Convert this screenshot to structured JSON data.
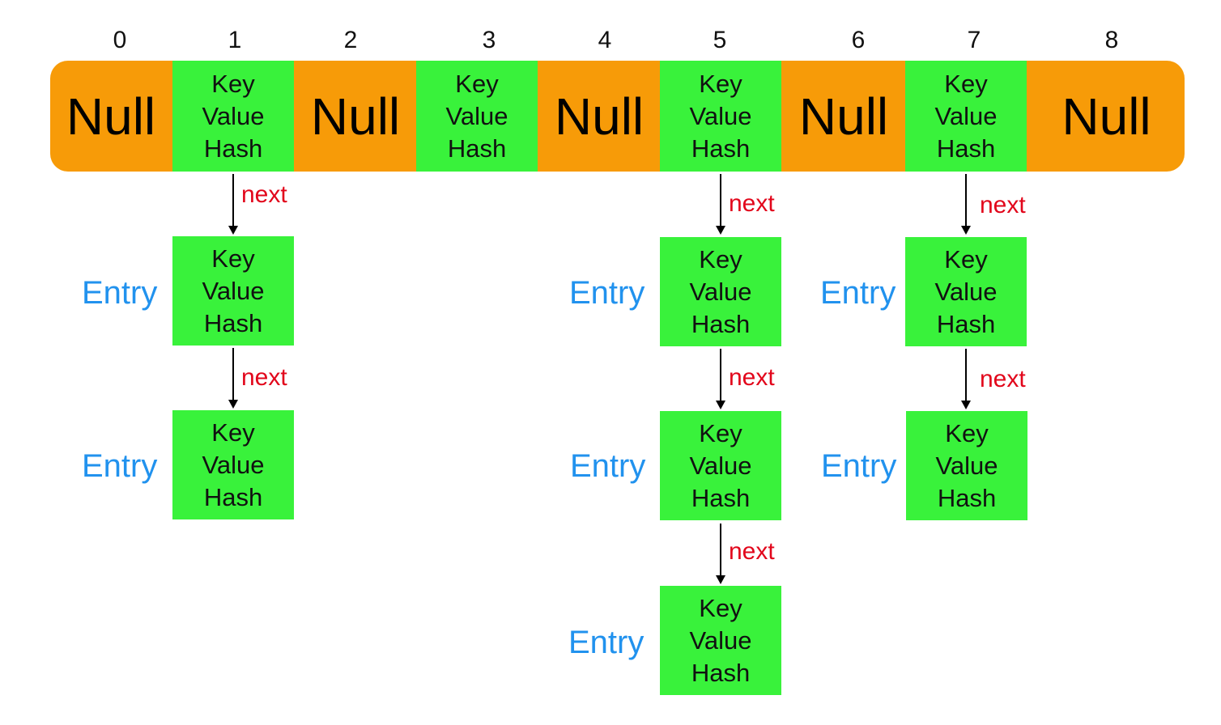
{
  "indices": [
    "0",
    "1",
    "2",
    "3",
    "4",
    "5",
    "6",
    "7",
    "8"
  ],
  "null_label": "Null",
  "node_fields": {
    "key": "Key",
    "value": "Value",
    "hash": "Hash"
  },
  "entry_label": "Entry",
  "next_label": "next",
  "colors": {
    "bucket_null": "#f79b08",
    "node": "#39f23b",
    "entry_text": "#2192ee",
    "next_text": "#e2061b"
  }
}
